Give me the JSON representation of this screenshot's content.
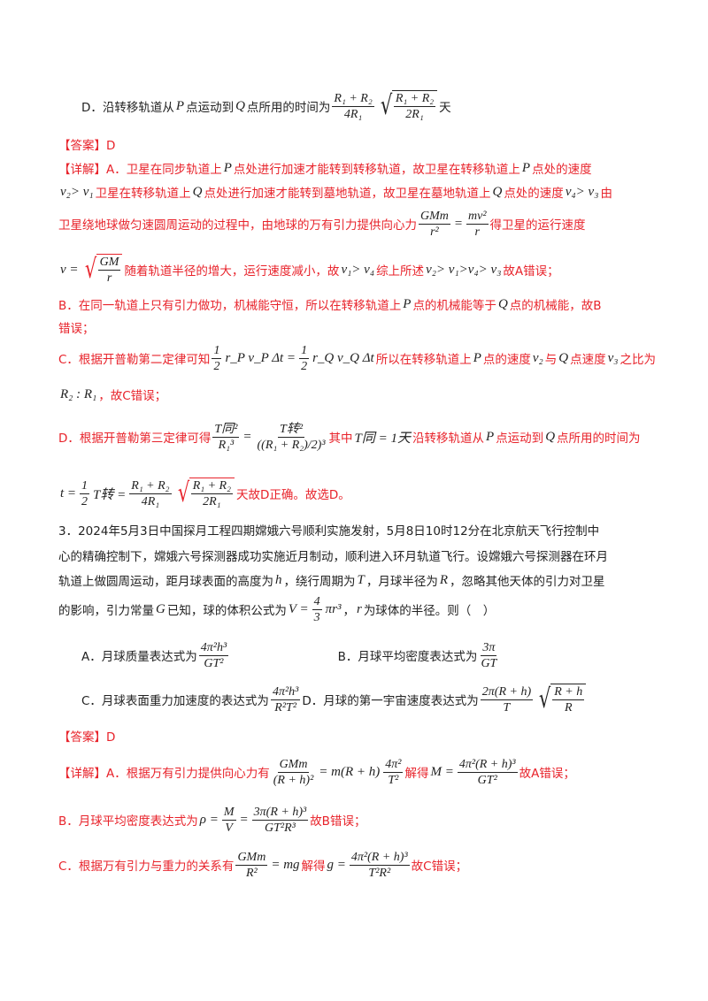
{
  "colors": {
    "answer": "#e8232b",
    "text": "#222222"
  },
  "lines": [
    {
      "cls": "in",
      "segs": [
        {
          "t": "D．沿转移轨道从 "
        },
        {
          "i": "P"
        },
        {
          "t": "点运动到 "
        },
        {
          "i": "Q"
        },
        {
          "t": "点所用的时间为"
        },
        {
          "f": [
            "R₁ + R₂",
            "4R₁"
          ]
        },
        {
          "sq": [
            "R₁ + R₂",
            "2R₁"
          ]
        },
        {
          "t": "天"
        }
      ]
    },
    {
      "cls": "red",
      "segs": [
        {
          "t": "【答案】D"
        }
      ]
    },
    {
      "cls": "red",
      "segs": [
        {
          "t": "【详解】A．卫星在同步轨道上 "
        },
        {
          "i": "P"
        },
        {
          "t": " 点处进行加速才能转到转移轨道，故卫星在转移轨道上 "
        },
        {
          "i": "P"
        },
        {
          "t": " 点处的速度"
        }
      ]
    },
    {
      "cls": "red",
      "segs": [
        {
          "i": "v₂> v₁"
        },
        {
          "t": "卫星在转移轨道上"
        },
        {
          "i": "Q"
        },
        {
          "t": "点处进行加速才能转到墓地轨道，故卫星在墓地轨道上"
        },
        {
          "i": "Q"
        },
        {
          "t": "点处的速度"
        },
        {
          "i": "v₄> v₃"
        },
        {
          "t": "由"
        }
      ]
    },
    {
      "cls": "red",
      "segs": [
        {
          "t": "卫星绕地球做匀速圆周运动的过程中，由地球的万有引力提供向心力"
        },
        {
          "f": [
            "GMm",
            "r²"
          ]
        },
        {
          "i": "="
        },
        {
          "f": [
            "mv²",
            "r"
          ]
        },
        {
          "t": "得卫星的运行速度"
        }
      ]
    },
    {
      "cls": "red",
      "segs": [
        {
          "i": "v ="
        },
        {
          "sq": [
            "GM",
            "r"
          ]
        },
        {
          "t": "随着轨道半径的增大，运行速度减小，故"
        },
        {
          "i": "v₁> v₄"
        },
        {
          "t": "综上所述"
        },
        {
          "i": "v₂> v₁>v₄> v₃"
        },
        {
          "t": "故A错误；"
        }
      ]
    },
    {
      "cls": "red",
      "segs": [
        {
          "t": "B．在同一轨道上只有引力做功，机械能守恒，所以在转移轨道上"
        },
        {
          "i": "P"
        },
        {
          "t": "点的机械能等于"
        },
        {
          "i": "Q"
        },
        {
          "t": "点的机械能，故B"
        }
      ]
    },
    {
      "cls": "red",
      "segs": [
        {
          "t": "错误；"
        }
      ]
    },
    {
      "cls": "red",
      "segs": [
        {
          "t": "C．根据开普勒第二定律可知"
        },
        {
          "f": [
            "1",
            "2"
          ]
        },
        {
          "i": "r_P v_P Δt ="
        },
        {
          "f": [
            "1",
            "2"
          ]
        },
        {
          "i": "r_Q v_Q Δt"
        },
        {
          "t": "所以在转移轨道上"
        },
        {
          "i": "P"
        },
        {
          "t": "点的速度"
        },
        {
          "i": "v₂"
        },
        {
          "t": "与"
        },
        {
          "i": "Q"
        },
        {
          "t": "点速度"
        },
        {
          "i": "v₃"
        },
        {
          "t": "之比为"
        }
      ]
    },
    {
      "cls": "red",
      "segs": [
        {
          "i": "R₂ : R₁"
        },
        {
          "t": "，故C错误；"
        }
      ]
    },
    {
      "cls": "red",
      "segs": [
        {
          "t": "D．根据开普勒第三定律可得"
        },
        {
          "f": [
            "T同²",
            "R₁³"
          ]
        },
        {
          "i": "="
        },
        {
          "f": [
            "T转²",
            "((R₁ + R₂)/2)³"
          ]
        },
        {
          "t": "其中"
        },
        {
          "i": "T同 = 1天"
        },
        {
          "t": "  沿转移轨道从"
        },
        {
          "i": "P"
        },
        {
          "t": "点运动到"
        },
        {
          "i": "Q"
        },
        {
          "t": "点所用的时间为"
        }
      ]
    },
    {
      "cls": "red",
      "segs": [
        {
          "i": "t ="
        },
        {
          "f": [
            "1",
            "2"
          ]
        },
        {
          "i": "T转 ="
        },
        {
          "f": [
            "R₁ + R₂",
            "4R₁"
          ]
        },
        {
          "sq": [
            "R₁ + R₂",
            "2R₁"
          ]
        },
        {
          "t": "天故D正确。故选D。"
        }
      ]
    },
    {
      "cls": "",
      "segs": [
        {
          "t": "3．2024年5月3日中国探月工程四期嫦娥六号顺利实施发射，5月8日10时12分在北京航天飞行控制中"
        }
      ]
    },
    {
      "cls": "",
      "segs": [
        {
          "t": "心的精确控制下，嫦娥六号探测器成功实施近月制动，顺利进入环月轨道飞行。设嫦娥六号探测器在环月"
        }
      ]
    },
    {
      "cls": "",
      "segs": [
        {
          "t": "轨道上做圆周运动，距月球表面的高度为"
        },
        {
          "i": "h"
        },
        {
          "t": "，绕行周期为"
        },
        {
          "i": "T"
        },
        {
          "t": "，月球半径为"
        },
        {
          "i": "R"
        },
        {
          "t": "，忽略其他天体的引力对卫星"
        }
      ]
    },
    {
      "cls": "",
      "segs": [
        {
          "t": "的影响，引力常量"
        },
        {
          "i": "G"
        },
        {
          "t": "已知，球的体积公式为"
        },
        {
          "i": "V ="
        },
        {
          "f": [
            "4",
            "3"
          ]
        },
        {
          "i": "πr³"
        },
        {
          "t": "，"
        },
        {
          "i": "r"
        },
        {
          "t": "为球体的半径。则（　）"
        }
      ]
    },
    {
      "cls": "in",
      "segs": [
        {
          "t": "A．月球质量表达式为"
        },
        {
          "f": [
            "4π²h³",
            "GT²"
          ]
        },
        {
          "t": "　　　　　　　　　B．月球平均密度表达式为"
        },
        {
          "f": [
            "3π",
            "GT"
          ]
        }
      ]
    },
    {
      "cls": "in",
      "segs": [
        {
          "t": "C．月球表面重力加速度的表达式为"
        },
        {
          "f": [
            "4π²h³",
            "R²T²"
          ]
        },
        {
          "t": "D．月球的第一宇宙速度表达式为"
        },
        {
          "f": [
            "2π(R + h)",
            "T"
          ]
        },
        {
          "sq": [
            "R + h",
            "R"
          ]
        }
      ]
    },
    {
      "cls": "red",
      "segs": [
        {
          "t": "【答案】D"
        }
      ]
    },
    {
      "cls": "red",
      "segs": [
        {
          "t": "【详解】A．根据万有引力提供向心力有"
        },
        {
          "f": [
            "GMm",
            "(R + h)²"
          ]
        },
        {
          "i": "= m(R + h)"
        },
        {
          "f": [
            "4π²",
            "T²"
          ]
        },
        {
          "t": "解得"
        },
        {
          "i": "M ="
        },
        {
          "f": [
            "4π²(R + h)³",
            "GT²"
          ]
        },
        {
          "t": "故A错误；"
        }
      ]
    },
    {
      "cls": "red",
      "segs": [
        {
          "t": "B．月球平均密度表达式为"
        },
        {
          "i": "ρ ="
        },
        {
          "f": [
            "M",
            "V"
          ]
        },
        {
          "i": "="
        },
        {
          "f": [
            "3π(R + h)³",
            "GT²R³"
          ]
        },
        {
          "t": "故B错误；"
        }
      ]
    },
    {
      "cls": "red",
      "segs": [
        {
          "t": "C．根据万有引力与重力的关系有"
        },
        {
          "f": [
            "GMm",
            "R²"
          ]
        },
        {
          "i": "= mg"
        },
        {
          "t": "解得"
        },
        {
          "i": "g ="
        },
        {
          "f": [
            "4π²(R + h)³",
            "T²R²"
          ]
        },
        {
          "t": "故C错误；"
        }
      ]
    }
  ]
}
